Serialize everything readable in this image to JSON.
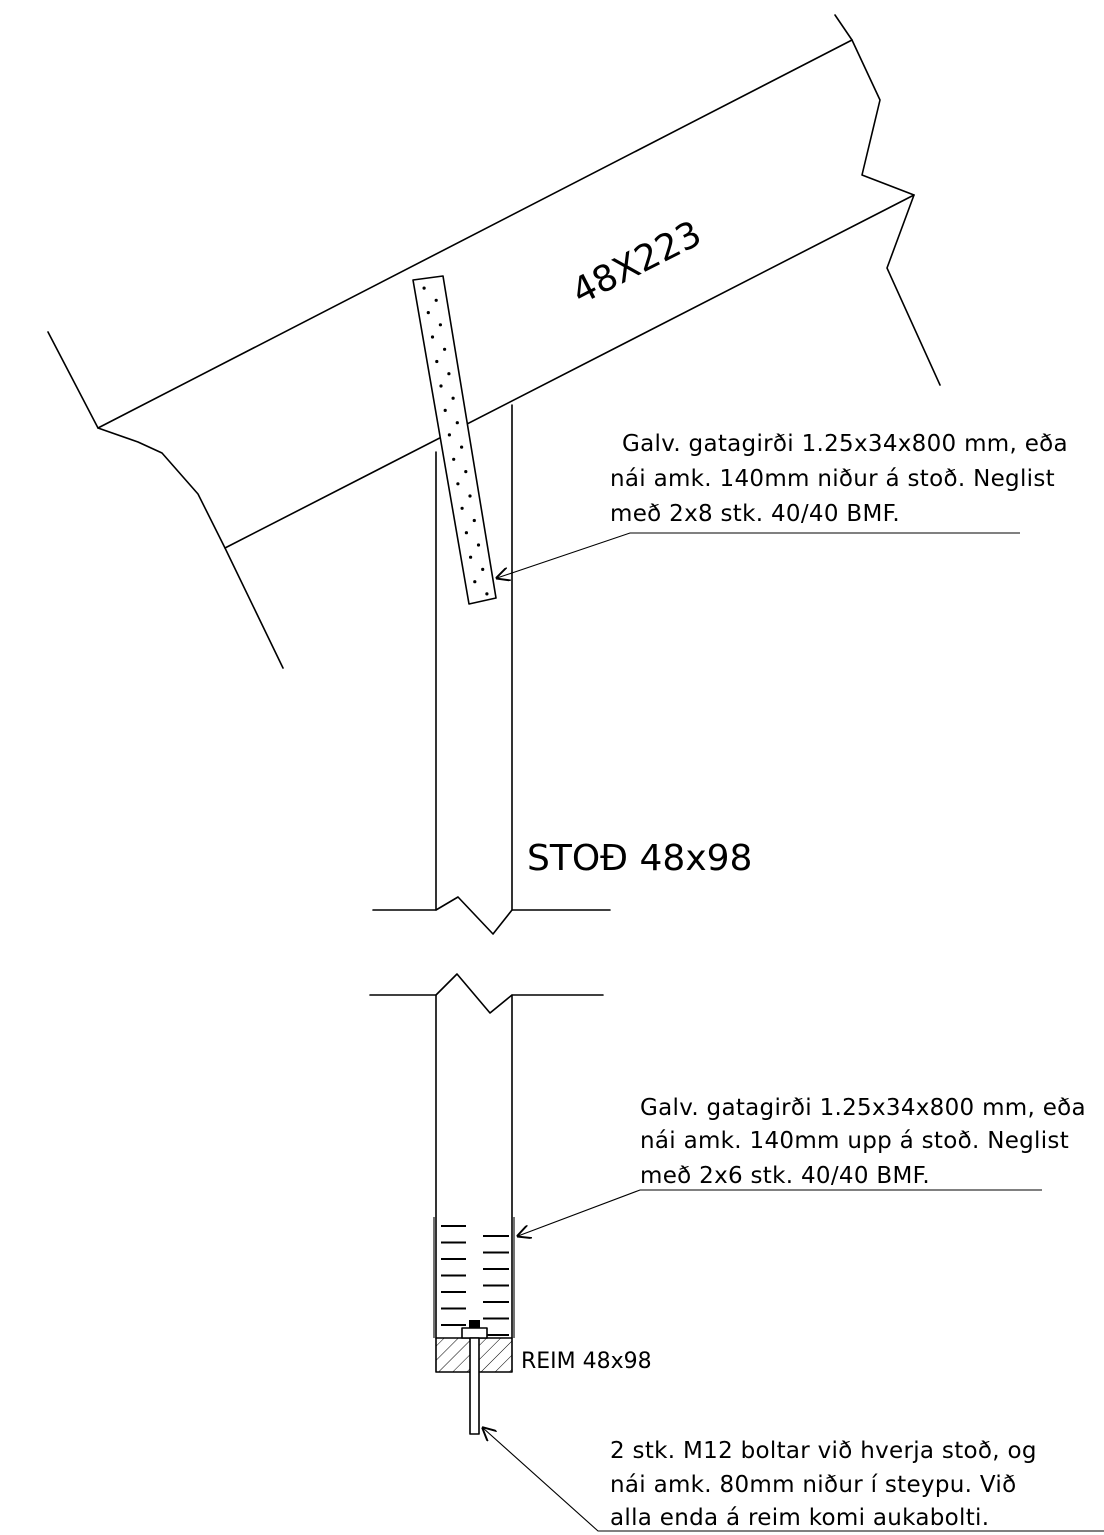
{
  "beam": {
    "dimension_label": "48X223"
  },
  "post": {
    "label": "STOÐ 48x98"
  },
  "sill": {
    "label": "REIM 48x98"
  },
  "notes": {
    "top_strap": {
      "line1": "Galv. gatagirði  1.25x34x800 mm, eða",
      "line2": "nái amk. 140mm niður á stoð. Neglist",
      "line3": "með 2x8 stk. 40/40 BMF."
    },
    "bottom_strap": {
      "line1": "Galv. gatagirði  1.25x34x800 mm, eða",
      "line2": "nái amk. 140mm upp á stoð. Neglist",
      "line3": "með 2x6 stk. 40/40 BMF."
    },
    "bolts": {
      "line1": "2 stk. M12 boltar við hverja stoð, og",
      "line2": "nái amk. 80mm niður í steypu. Við",
      "line3": "alla enda á reim komi aukabolti."
    }
  }
}
